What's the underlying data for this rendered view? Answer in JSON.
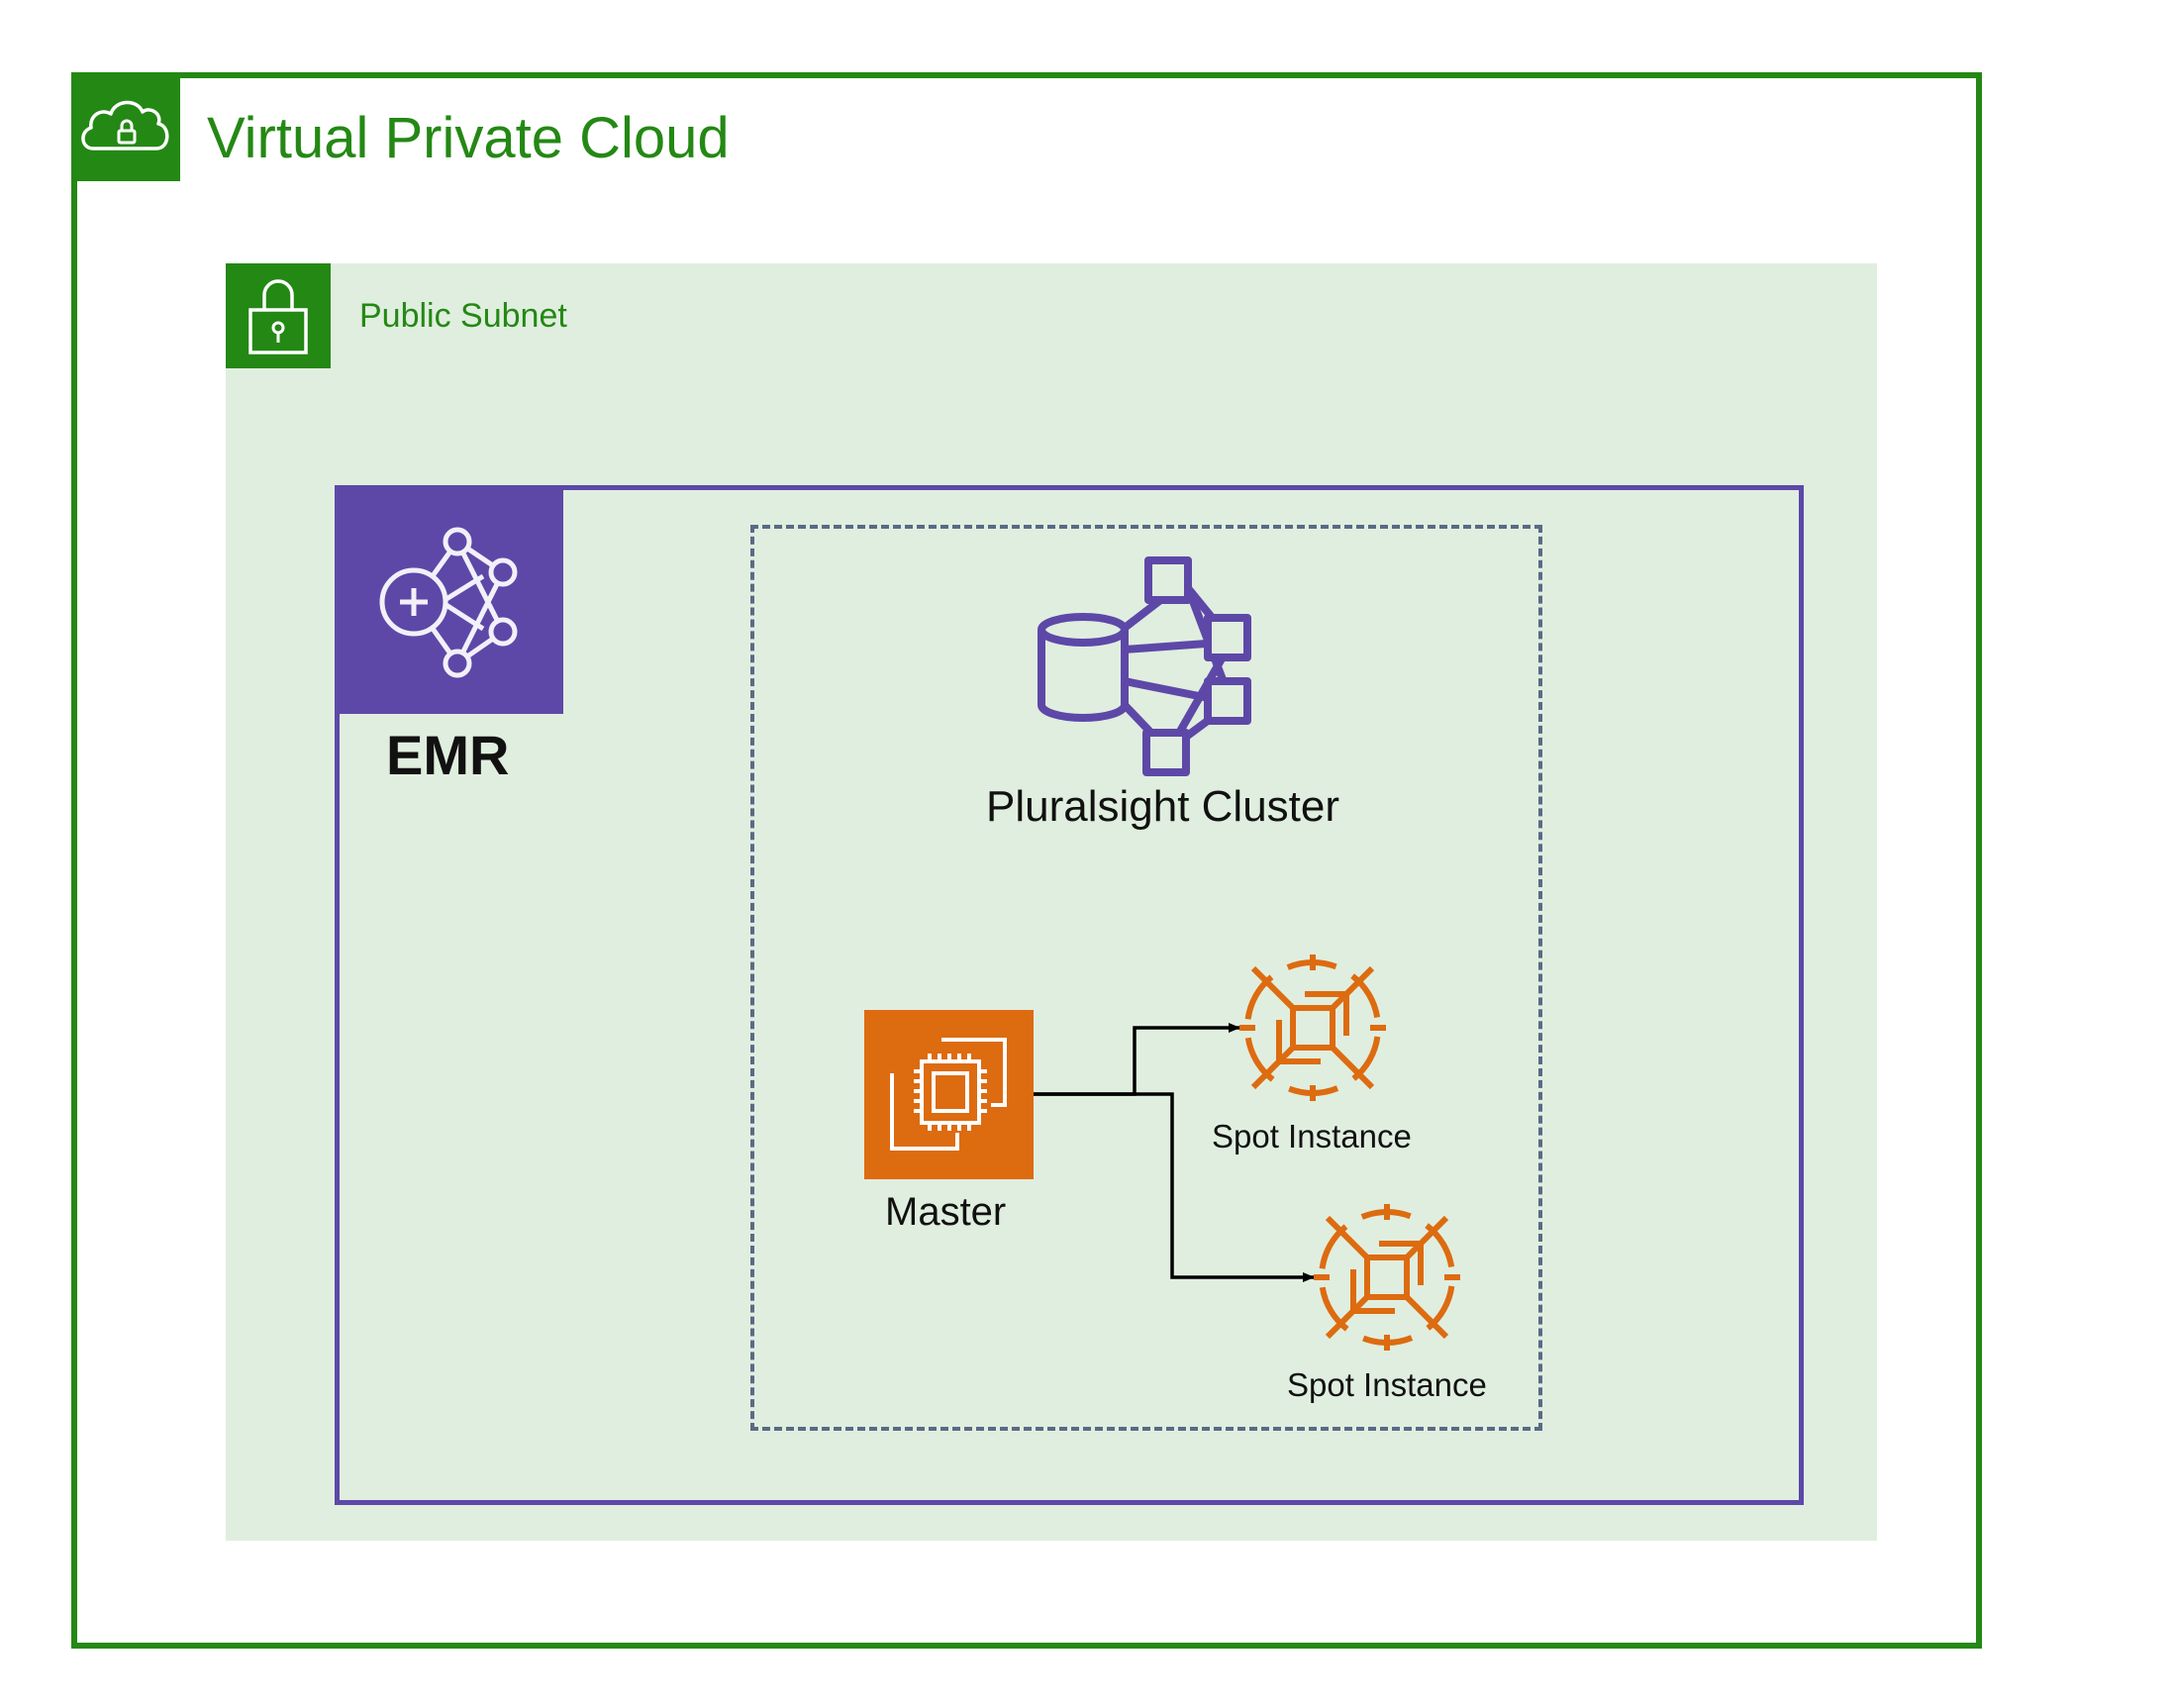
{
  "vpc": {
    "title": "Virtual Private Cloud",
    "icon": "cloud-lock-icon",
    "color": "#248814"
  },
  "subnet": {
    "title": "Public Subnet",
    "icon": "padlock-icon",
    "color": "#248814",
    "fill": "#e0eedf"
  },
  "emr": {
    "title": "EMR",
    "icon": "emr-icon",
    "color": "#5d48a8"
  },
  "cluster": {
    "title": "Pluralsight Cluster",
    "icon": "cluster-icon",
    "color": "#5d48a8"
  },
  "master": {
    "label": "Master",
    "icon": "ec2-instances-icon",
    "color": "#dd6b10"
  },
  "spot_instances": [
    {
      "label": "Spot Instance",
      "icon": "spot-instance-icon",
      "color": "#dd6b10"
    },
    {
      "label": "Spot Instance",
      "icon": "spot-instance-icon",
      "color": "#dd6b10"
    }
  ],
  "connections": [
    {
      "from": "Master",
      "to": "Spot Instance 1"
    },
    {
      "from": "Master",
      "to": "Spot Instance 2"
    }
  ]
}
